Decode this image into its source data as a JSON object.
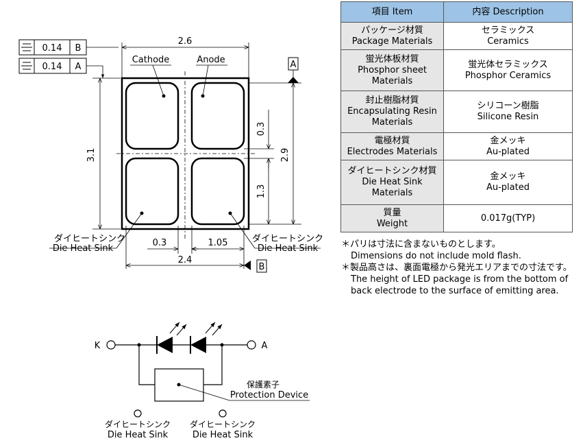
{
  "tolerance": {
    "row1": {
      "value": "0.14",
      "datum": "B"
    },
    "row2": {
      "value": "0.14",
      "datum": "A"
    }
  },
  "outline": {
    "width": "2.6",
    "height": "3.1",
    "pad_span": "2.9",
    "gap": "0.3",
    "lower_pad_height": "1.3",
    "bottom_gap": "0.3",
    "bottom_pad_width": "1.05",
    "bottom_span": "2.4",
    "datum_a": "A",
    "datum_b": "B",
    "cathode": "Cathode",
    "anode": "Anode",
    "heat_sink_jp_left": "ダイヒートシンク",
    "heat_sink_en_left": "Die Heat Sink",
    "heat_sink_jp_right": "ダイヒートシンク",
    "heat_sink_en_right": "Die Heat Sink"
  },
  "table": {
    "header": {
      "item": "項目 Item",
      "desc": "内容 Description"
    },
    "rows": [
      {
        "item_jp": "パッケージ材質",
        "item_en": "Package Materials",
        "desc_jp": "セラミックス",
        "desc_en": "Ceramics"
      },
      {
        "item_jp": "蛍光体板材質",
        "item_en": "Phosphor sheet",
        "item_en2": "Materials",
        "desc_jp": "蛍光体セラミックス",
        "desc_en": "Phosphor Ceramics"
      },
      {
        "item_jp": "封止樹脂材質",
        "item_en": "Encapsulating Resin",
        "item_en2": "Materials",
        "desc_jp": "シリコーン樹脂",
        "desc_en": "Silicone Resin"
      },
      {
        "item_jp": "電極材質",
        "item_en": "Electrodes Materials",
        "desc_jp": "金メッキ",
        "desc_en": "Au-plated"
      },
      {
        "item_jp": "ダイヒートシンク材質",
        "item_en": "Die Heat Sink",
        "item_en2": "Materials",
        "desc_jp": "金メッキ",
        "desc_en": "Au-plated"
      },
      {
        "item_jp": "質量",
        "item_en": "Weight",
        "desc": "0.017g(TYP)"
      }
    ]
  },
  "notes": {
    "note1_jp": "＊パリは寸法に含まないものとします。",
    "note1_en": "Dimensions do not include mold flash.",
    "note2_jp": "＊製品高さは、裏面電極から発光エリアまでの寸法です。",
    "note2_en1": "The height of LED package is from the bottom of",
    "note2_en2": "back electrode to the surface of emitting area."
  },
  "circuit": {
    "k": "K",
    "a": "A",
    "protection_jp": "保護素子",
    "protection_en": "Protection Device",
    "hs_left_jp": "ダイヒートシンク",
    "hs_left_en": "Die Heat Sink",
    "hs_right_jp": "ダイヒートシンク",
    "hs_right_en": "Die Heat Sink"
  }
}
